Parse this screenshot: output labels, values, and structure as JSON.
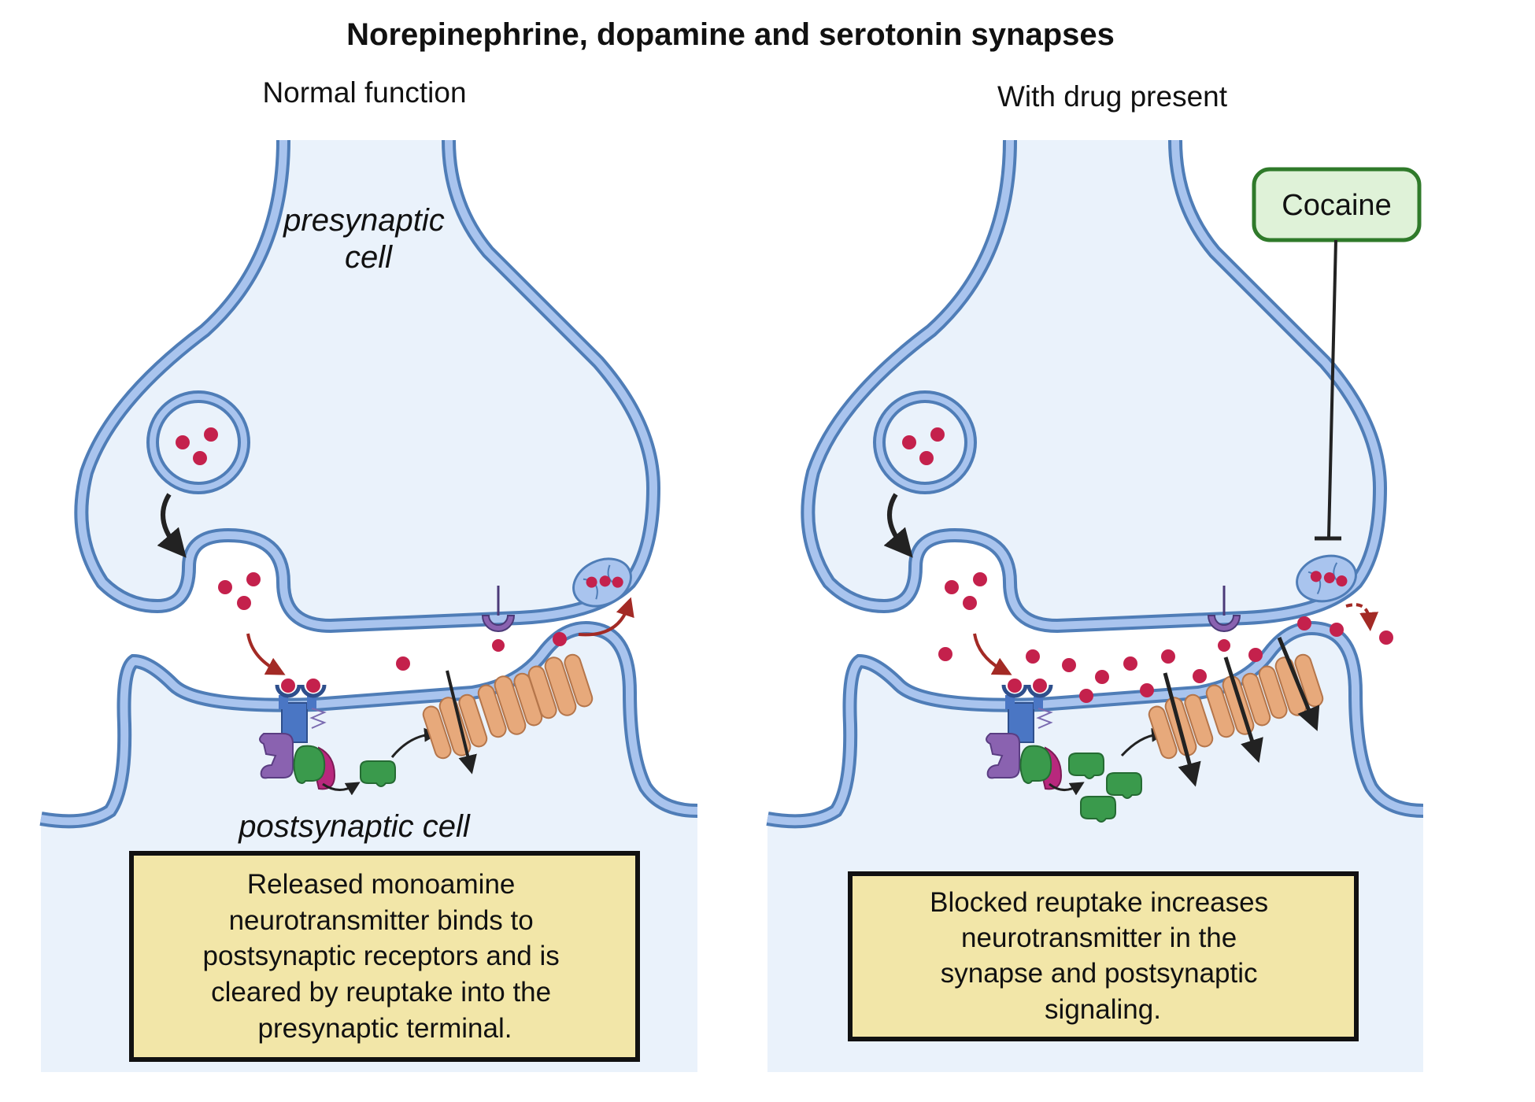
{
  "title": "Norepinephrine, dopamine and serotonin synapses",
  "panels": [
    {
      "heading": "Normal function",
      "presynaptic_label": [
        "presynaptic",
        "cell"
      ],
      "postsynaptic_label": "postsynaptic cell",
      "caption": [
        "Released monoamine",
        "neurotransmitter binds to",
        "postsynaptic receptors and is",
        "cleared by reuptake into the",
        "presynaptic terminal."
      ]
    },
    {
      "heading": "With drug present",
      "drug": "Cocaine",
      "caption": [
        "Blocked reuptake increases",
        "neurotransmitter in the",
        "synapse and postsynaptic",
        "signaling."
      ]
    }
  ],
  "colors": {
    "membrane": "#8eb1db",
    "membrane_edge": "#4f7db7",
    "cytoplasm": "#eaf2fb",
    "neurotransmitter": "#c4214c",
    "caption_fill": "#f2e6a8",
    "drug_fill": "#dff2d8",
    "drug_edge": "#2f7a2a",
    "channel": "#e7a97b",
    "receptor": "#4a76c4",
    "g_protein_green": "#3a9a4c",
    "g_protein_purple": "#8a62b0",
    "g_protein_magenta": "#b8287d",
    "arrow_red": "#a32a25"
  }
}
